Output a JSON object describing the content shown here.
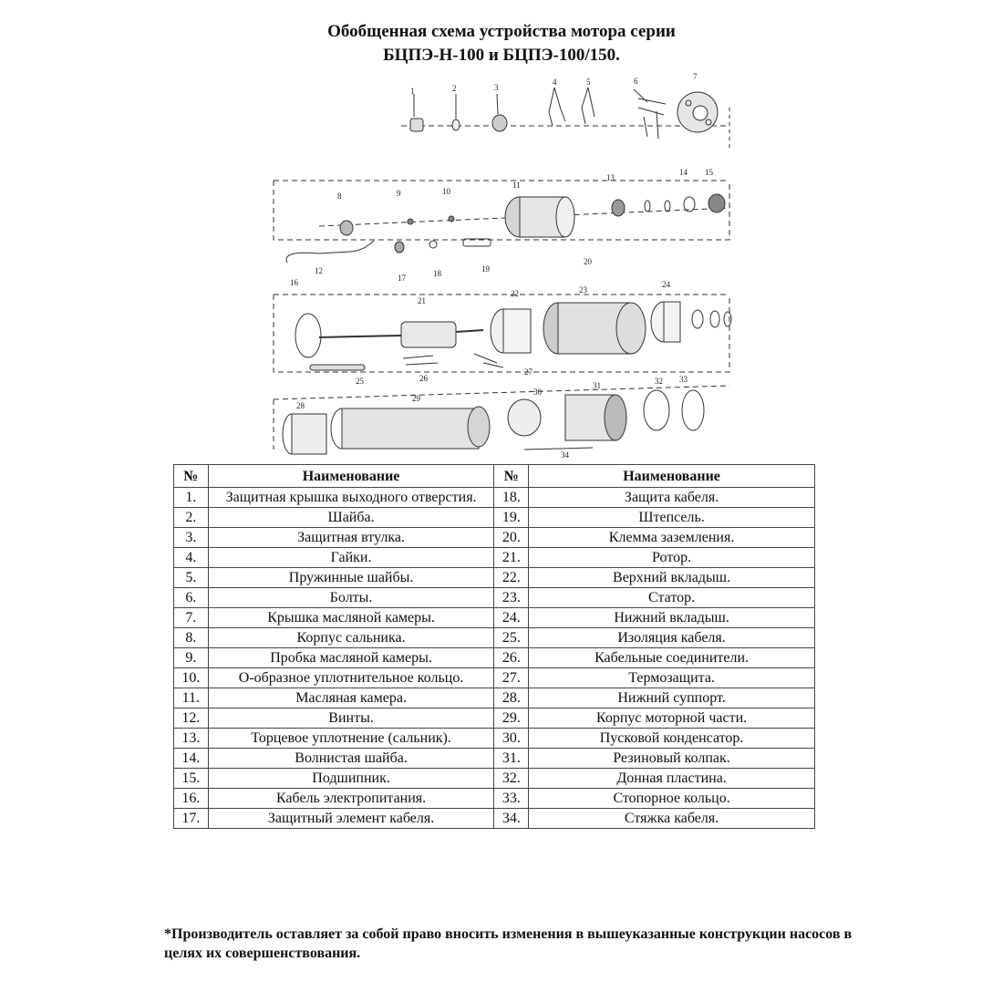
{
  "title": {
    "line1": "Обобщенная схема устройства мотора серии",
    "line2": "БЦПЭ-Н-100 и БЦПЭ-100/150."
  },
  "diagram_labels": [
    "1",
    "2",
    "3",
    "4",
    "5",
    "6",
    "7",
    "8",
    "9",
    "10",
    "11",
    "12",
    "13",
    "14",
    "15",
    "16",
    "17",
    "18",
    "19",
    "20",
    "21",
    "22",
    "23",
    "24",
    "25",
    "26",
    "27",
    "28",
    "29",
    "30",
    "31",
    "32",
    "33",
    "34"
  ],
  "table": {
    "headers": [
      "№",
      "Наименование",
      "№",
      "Наименование"
    ],
    "rows": [
      {
        "n1": "1.",
        "name1": "Защитная крышка выходного отверстия.",
        "n2": "18.",
        "name2": "Защита кабеля."
      },
      {
        "n1": "2.",
        "name1": "Шайба.",
        "n2": "19.",
        "name2": "Штепсель."
      },
      {
        "n1": "3.",
        "name1": "Защитная втулка.",
        "n2": "20.",
        "name2": "Клемма заземления."
      },
      {
        "n1": "4.",
        "name1": "Гайки.",
        "n2": "21.",
        "name2": "Ротор."
      },
      {
        "n1": "5.",
        "name1": "Пружинные шайбы.",
        "n2": "22.",
        "name2": "Верхний вкладыш."
      },
      {
        "n1": "6.",
        "name1": "Болты.",
        "n2": "23.",
        "name2": "Статор."
      },
      {
        "n1": "7.",
        "name1": "Крышка масляной камеры.",
        "n2": "24.",
        "name2": "Нижний вкладыш."
      },
      {
        "n1": "8.",
        "name1": "Корпус сальника.",
        "n2": "25.",
        "name2": "Изоляция кабеля."
      },
      {
        "n1": "9.",
        "name1": "Пробка масляной камеры.",
        "n2": "26.",
        "name2": "Кабельные соединители."
      },
      {
        "n1": "10.",
        "name1": "О-образное уплотнительное кольцо.",
        "n2": "27.",
        "name2": "Термозащита."
      },
      {
        "n1": "11.",
        "name1": "Масляная камера.",
        "n2": "28.",
        "name2": "Нижний суппорт."
      },
      {
        "n1": "12.",
        "name1": "Винты.",
        "n2": "29.",
        "name2": "Корпус моторной части."
      },
      {
        "n1": "13.",
        "name1": "Торцевое уплотнение (сальник).",
        "n2": "30.",
        "name2": "Пусковой конденсатор."
      },
      {
        "n1": "14.",
        "name1": "Волнистая шайба.",
        "n2": "31.",
        "name2": "Резиновый колпак."
      },
      {
        "n1": "15.",
        "name1": "Подшипник.",
        "n2": "32.",
        "name2": "Донная пластина."
      },
      {
        "n1": "16.",
        "name1": "Кабель электропитания.",
        "n2": "33.",
        "name2": "Стопорное кольцо."
      },
      {
        "n1": "17.",
        "name1": "Защитный элемент кабеля.",
        "n2": "34.",
        "name2": "Стяжка кабеля."
      }
    ]
  },
  "note": "*Производитель оставляет за собой право вносить изменения в вышеуказанные конструкции насосов в целях их совершенствования."
}
